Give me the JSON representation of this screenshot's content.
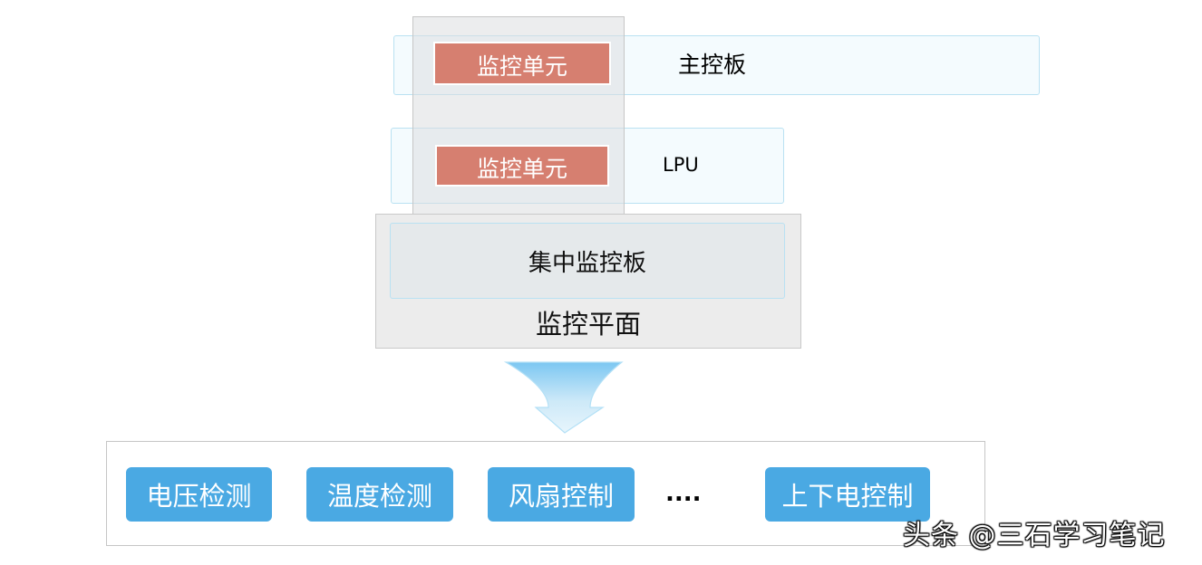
{
  "main_board": {
    "unit_label": "监控单元",
    "label": "主控板"
  },
  "lpu_board": {
    "unit_label": "监控单元",
    "label": "LPU"
  },
  "monitor_plane": {
    "central_board_label": "集中监控板",
    "label": "监控平面"
  },
  "functions": {
    "items": [
      "电压检测",
      "温度检测",
      "风扇控制",
      "上下电控制"
    ],
    "ellipsis": "...."
  },
  "watermark": "头条 @三石学习笔记",
  "colors": {
    "unit_fill": "#d67f70",
    "function_fill": "#4aa9e3",
    "board_border": "#b9e1f2",
    "plane_fill": "#ececec"
  }
}
